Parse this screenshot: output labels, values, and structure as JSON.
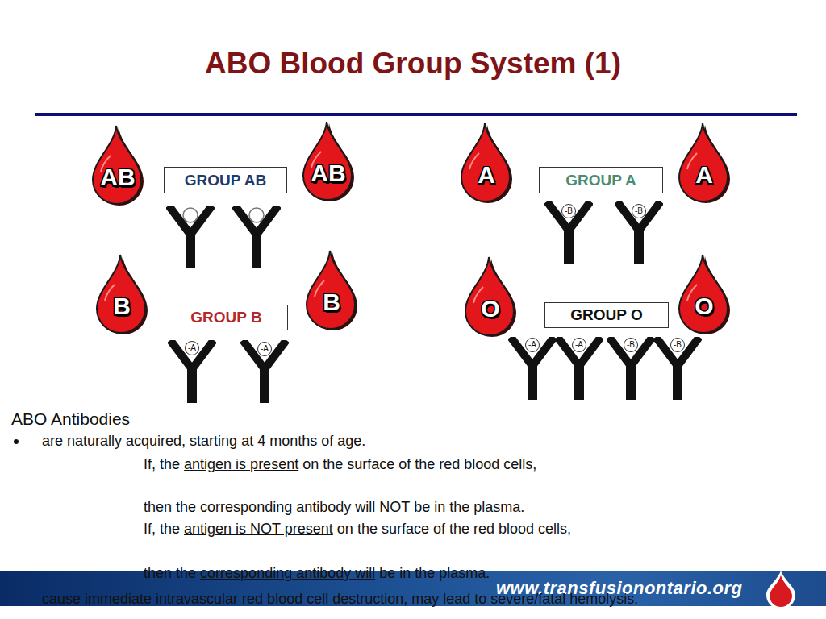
{
  "diagram": {
    "title": "ABO Blood Group System (1)",
    "nodes": [
      {
        "text": [
          "AB"
        ]
      },
      {
        "text": [
          "GROUP AB"
        ]
      },
      {
        "text": [
          "AB"
        ]
      },
      {
        "text": [
          "A"
        ]
      },
      {
        "text": [
          "GROUP A"
        ]
      },
      {
        "text": [
          "A"
        ]
      },
      {
        "text": [
          "-B"
        ]
      },
      {
        "text": [
          "-B"
        ]
      },
      {
        "text": [
          "B"
        ]
      },
      {
        "text": [
          "GROUP B"
        ]
      },
      {
        "text": [
          "B"
        ]
      },
      {
        "text": [
          "O"
        ]
      },
      {
        "text": [
          "GROUP O"
        ]
      },
      {
        "text": [
          "O"
        ]
      },
      {
        "text": [
          "-A"
        ]
      },
      {
        "text": [
          "-A"
        ]
      },
      {
        "text": [
          "-A"
        ]
      },
      {
        "text": [
          "-A"
        ]
      },
      {
        "text": [
          "-B"
        ]
      },
      {
        "text": [
          "-B"
        ]
      },
      {
        "text": [
          "www.transfusionontario.org"
        ]
      }
    ],
    "labels": [
      "ABO Antibodies",
      "are naturally acquired, starting at 4 months of age.",
      "If, the",
      "antigen is present",
      "on the surface of the red blood cells,",
      "then the",
      "corresponding antibody will NOT",
      "be in the plasma.",
      "If, the",
      "antigen is NOT present",
      "on the surface of the red blood cells,",
      "then the",
      "corresponding antibody will",
      "be in the plasma.",
      "cause immediate intravascular red blood cell destruction, may lead to severe/fatal hemolysis."
    ]
  }
}
